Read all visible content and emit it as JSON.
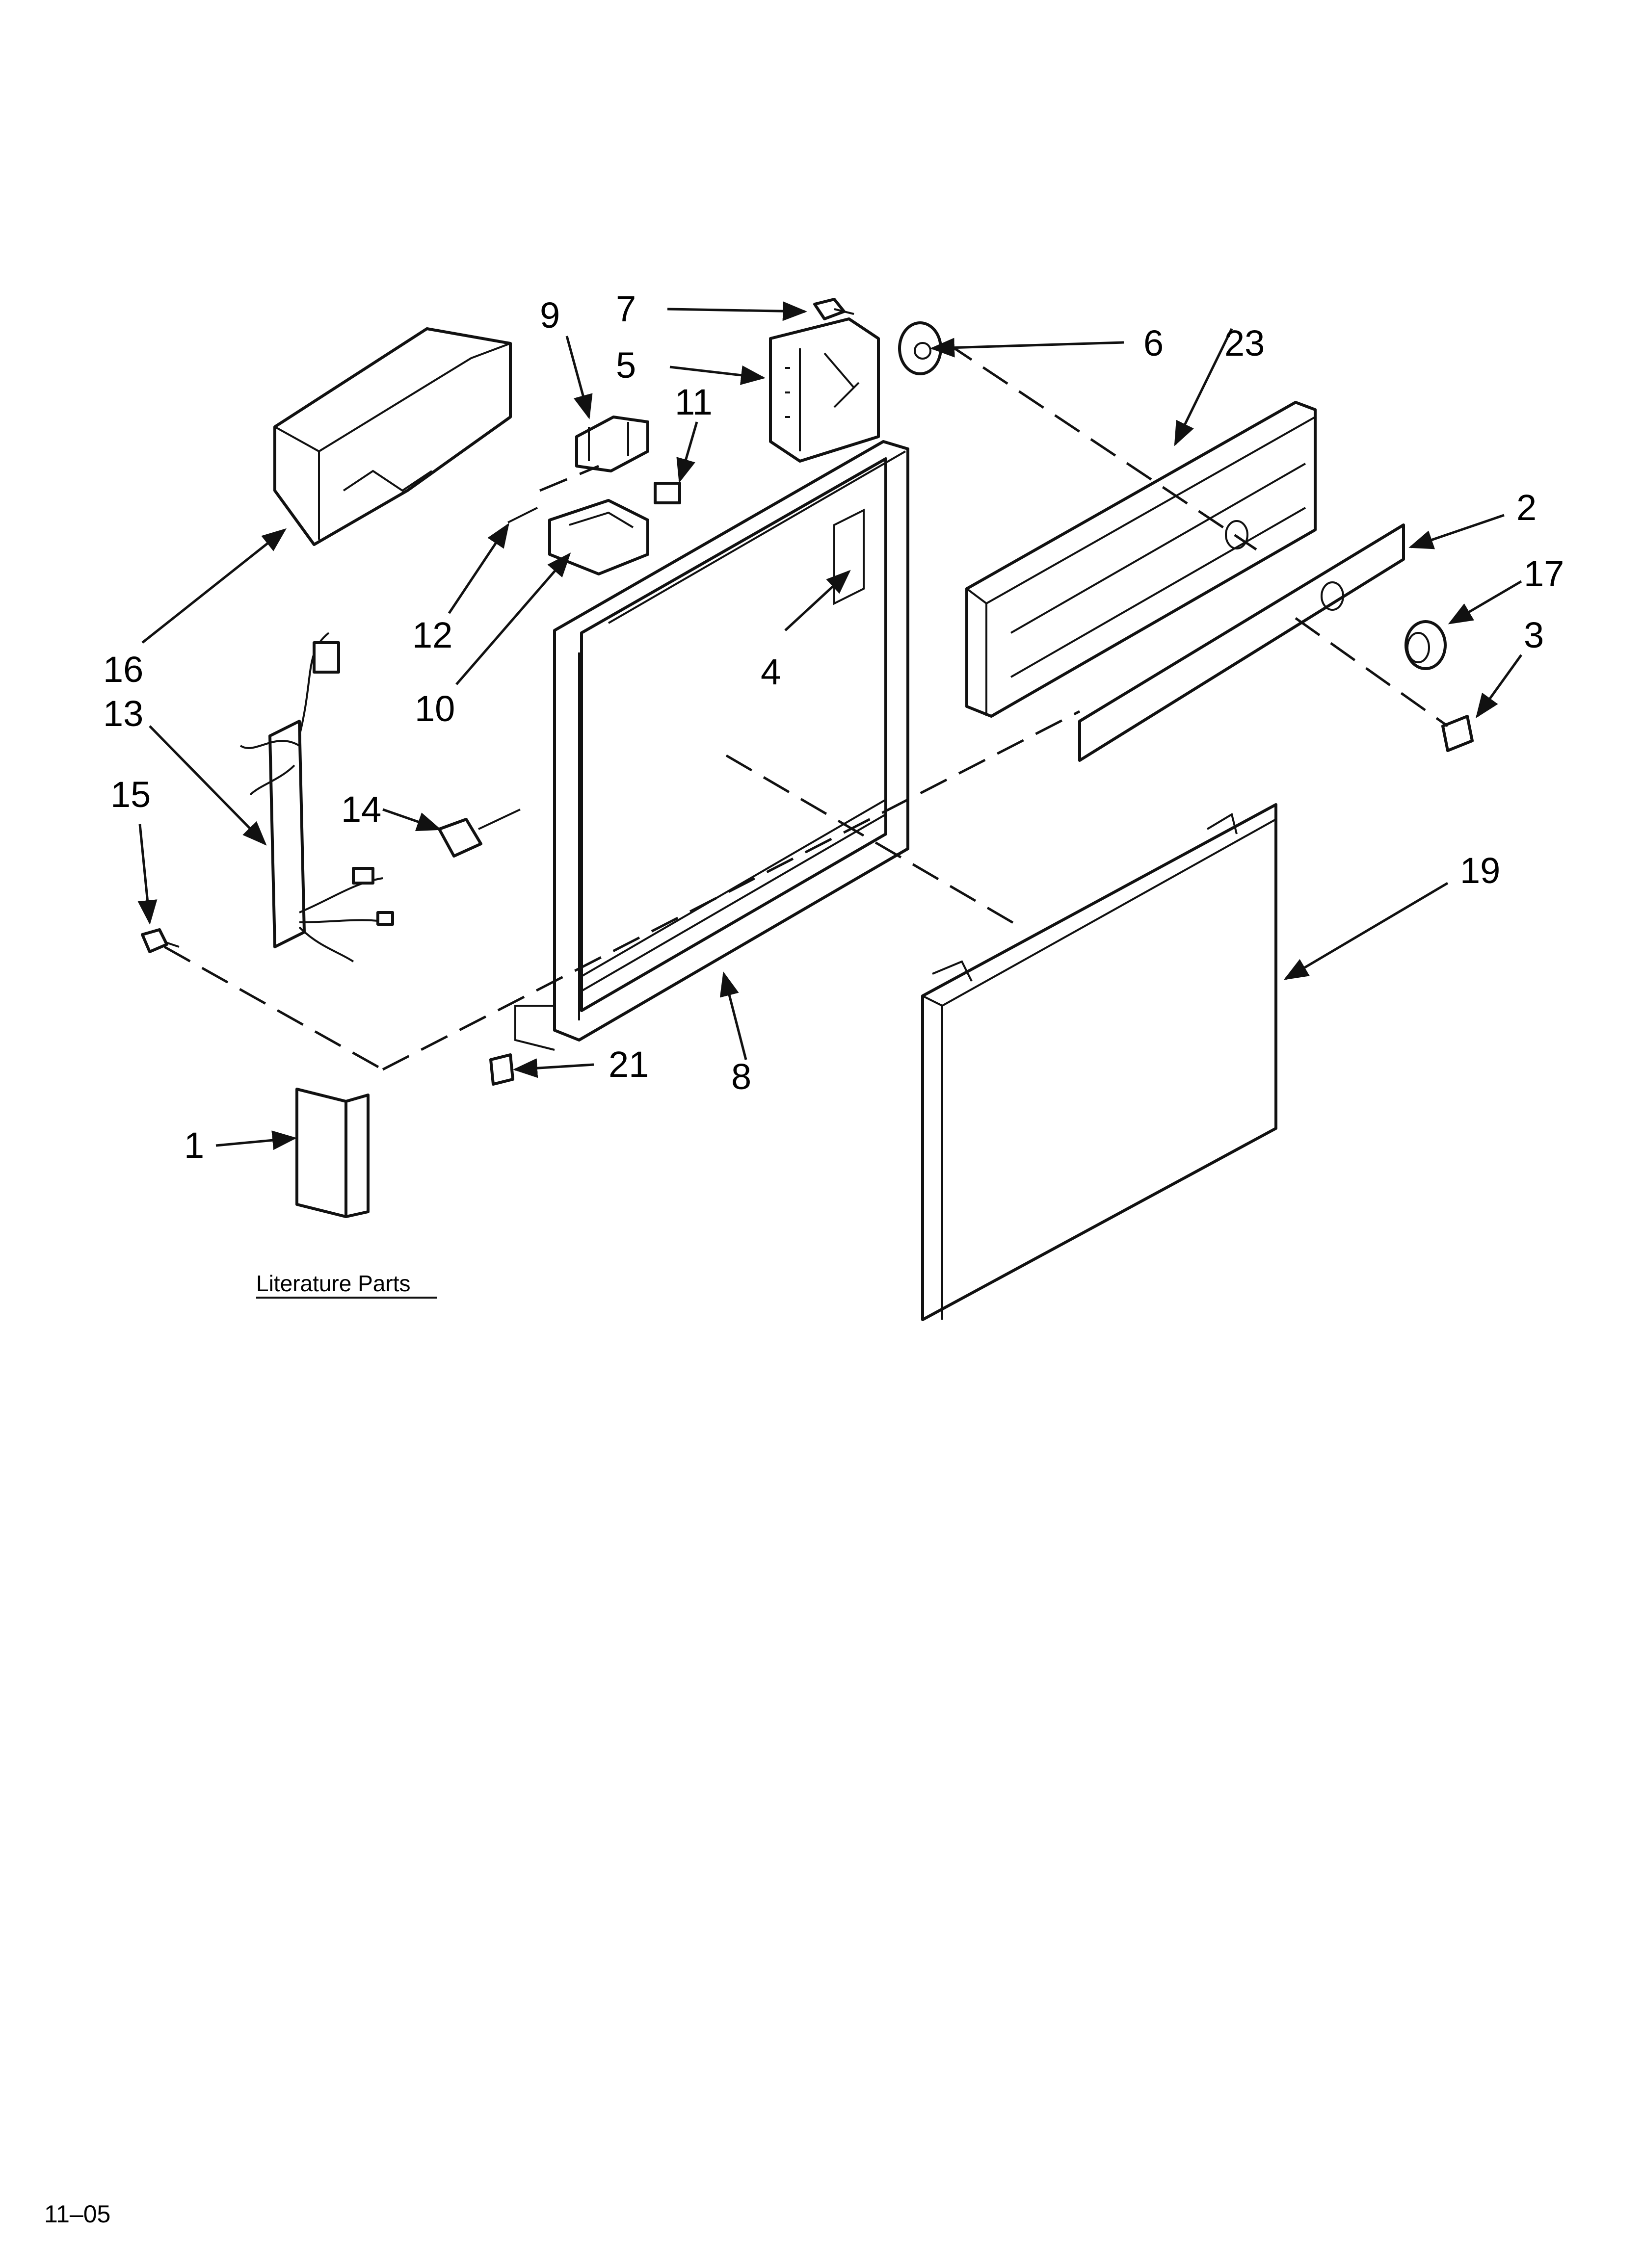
{
  "callouts": {
    "c1": "1",
    "c2": "2",
    "c3": "3",
    "c4": "4",
    "c5": "5",
    "c6": "6",
    "c7": "7",
    "c8": "8",
    "c9": "9",
    "c10": "10",
    "c11": "11",
    "c12": "12",
    "c13": "13",
    "c14": "14",
    "c15": "15",
    "c16": "16",
    "c17": "17",
    "c19": "19",
    "c21": "21",
    "c23": "23"
  },
  "literature_caption": "Literature Parts",
  "footer_code": "11–05",
  "line_color": "#111111"
}
